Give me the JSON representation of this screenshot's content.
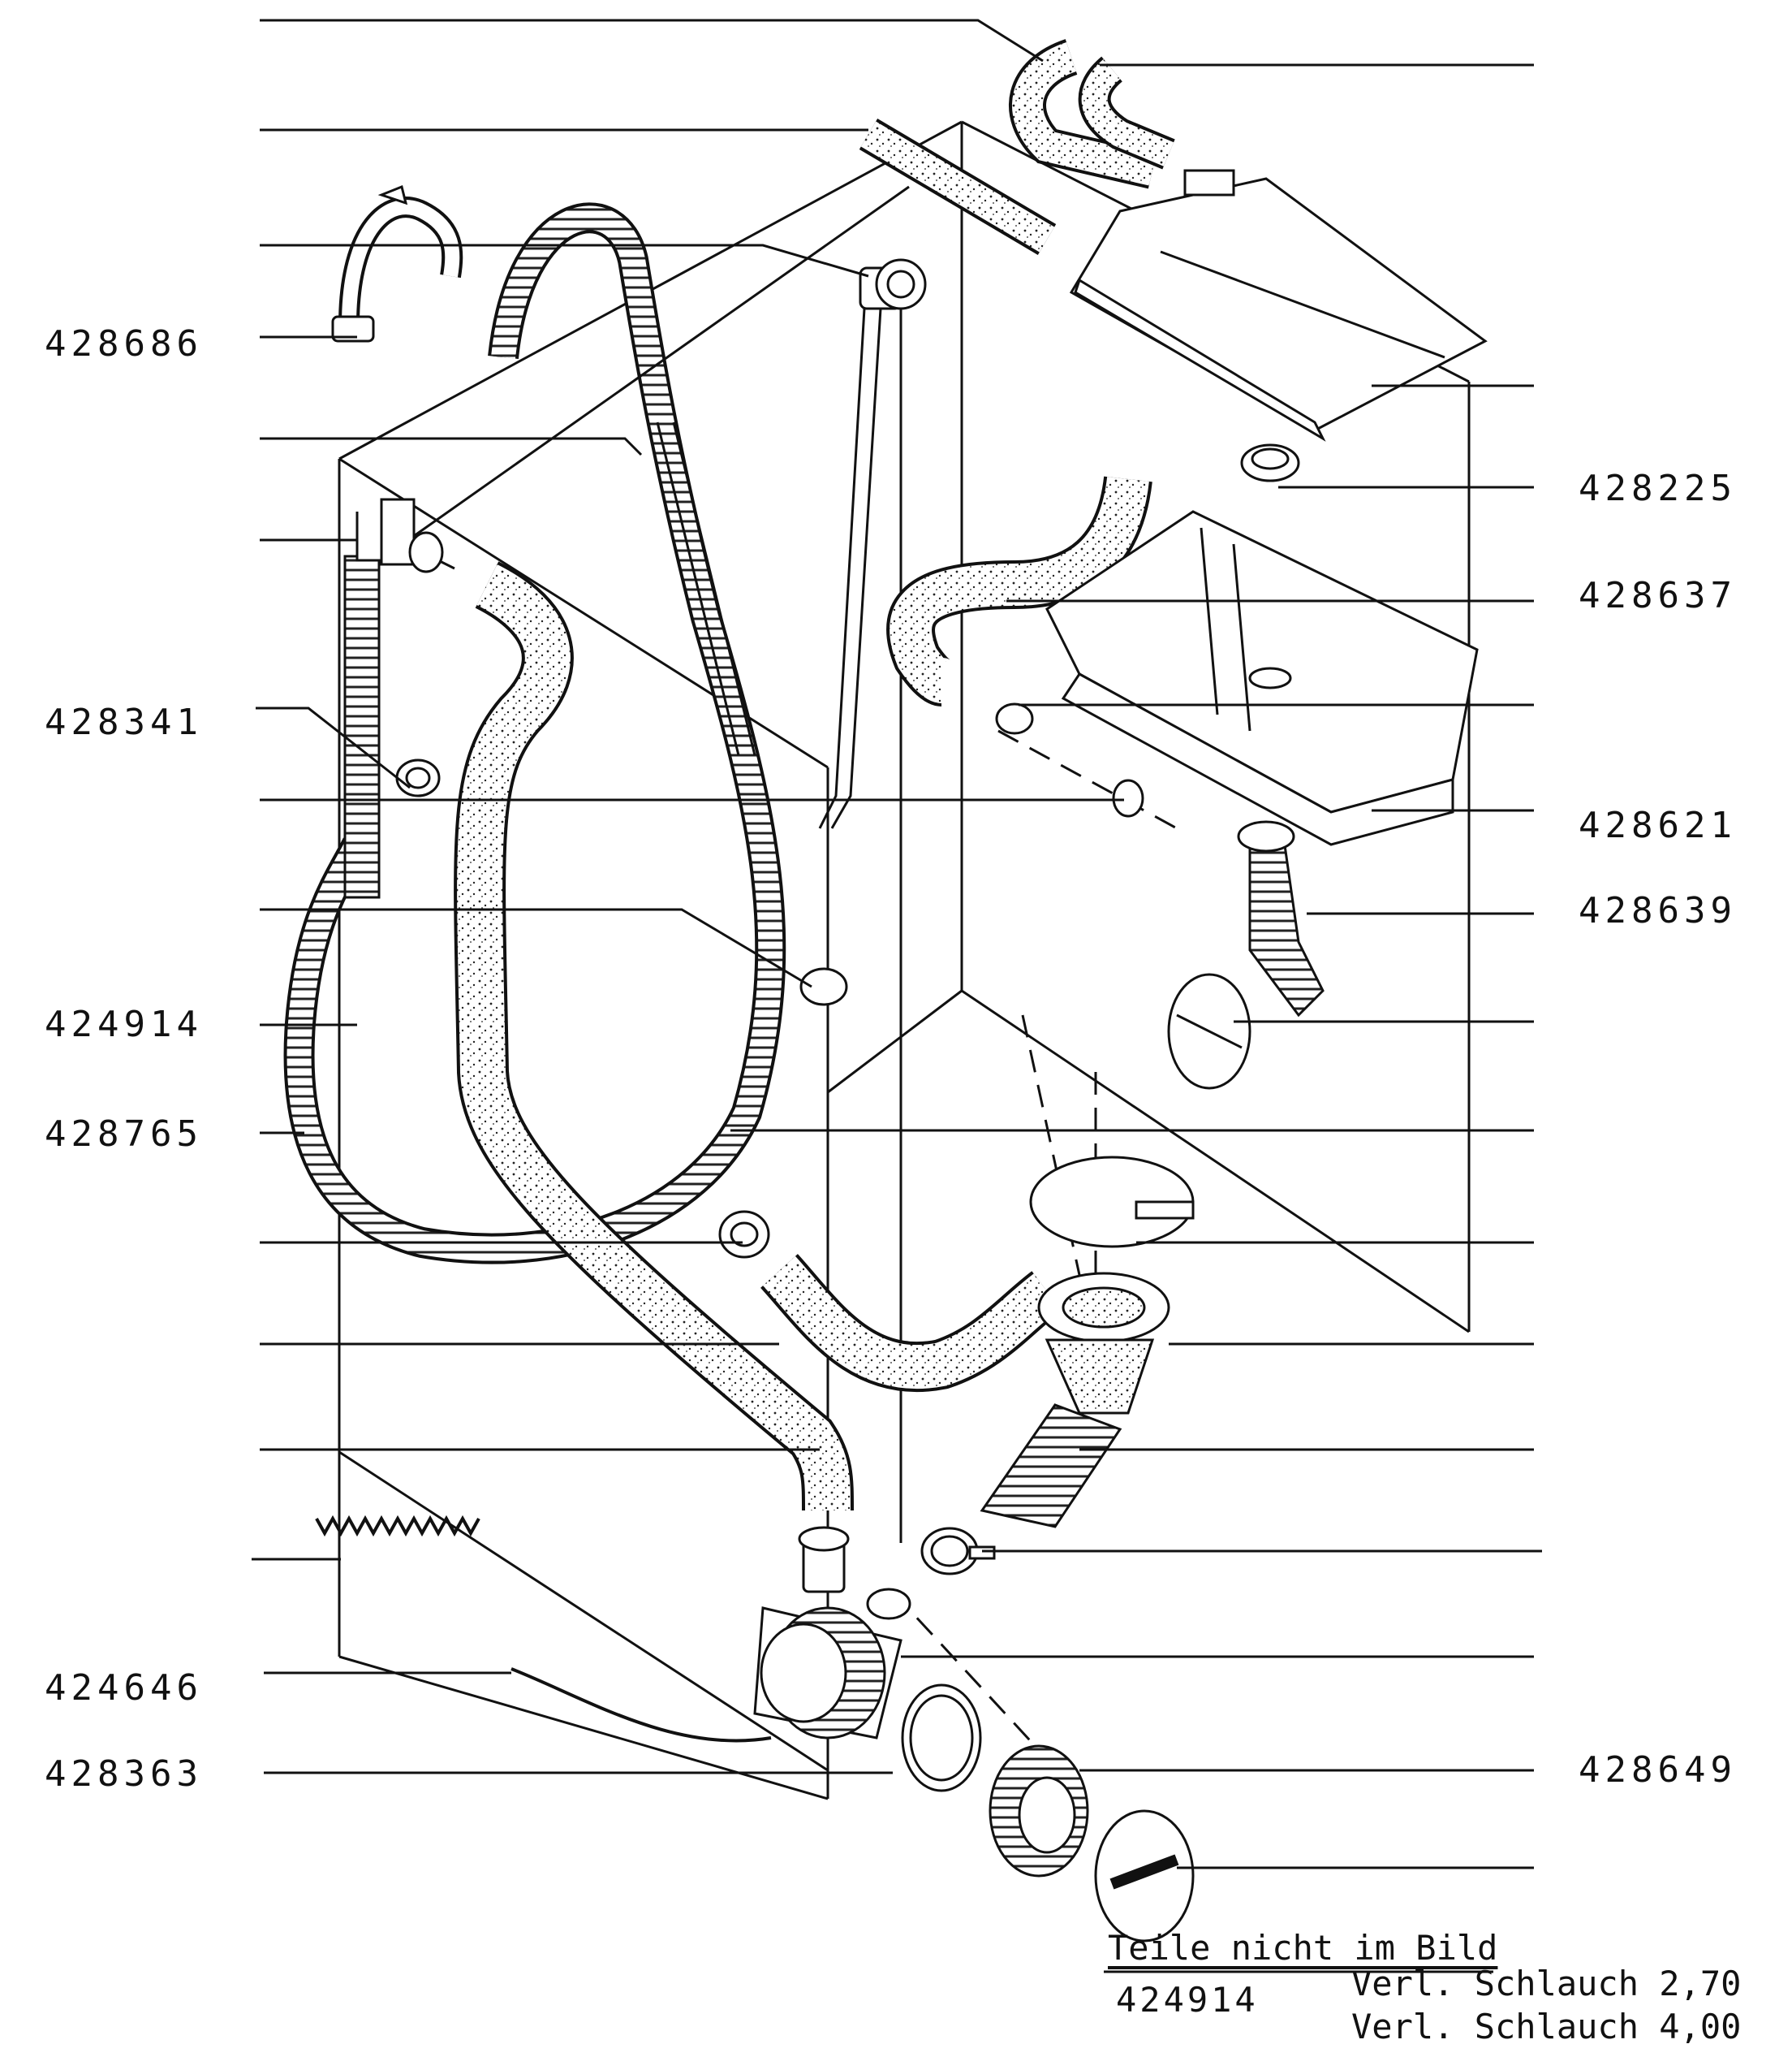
{
  "part_numbers": {
    "p428686": "428686",
    "p428341": "428341",
    "p424914": "424914",
    "p428765": "428765",
    "p424646": "424646",
    "p428363": "428363",
    "p428225": "428225",
    "p428637": "428637",
    "p428621": "428621",
    "p428639": "428639",
    "p428649": "428649"
  },
  "footnote": {
    "title": "Teile nicht im Bild",
    "part_number": "424914",
    "items": [
      "Verl. Schlauch 2,70",
      "Verl. Schlauch 4,00"
    ]
  }
}
